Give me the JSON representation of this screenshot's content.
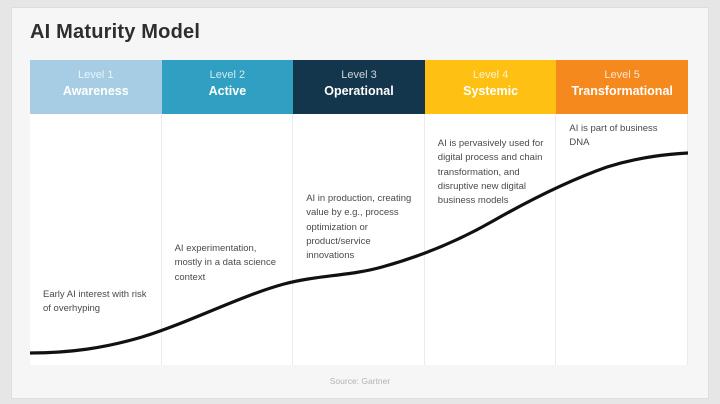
{
  "title": "AI Maturity Model",
  "footer": {
    "source": "Source: Gartner"
  },
  "colors": {
    "curve": "#111111"
  },
  "levels": [
    {
      "level": "Level 1",
      "name": "Awareness",
      "color": "#A6CDE4",
      "description": "Early AI interest with risk of overhyping"
    },
    {
      "level": "Level 2",
      "name": "Active",
      "color": "#2FA0C1",
      "description": "AI experimentation, mostly in a data science context"
    },
    {
      "level": "Level 3",
      "name": "Operational",
      "color": "#14364D",
      "description": "AI in production, creating value by e.g., process optimization or product/service innovations"
    },
    {
      "level": "Level 4",
      "name": "Systemic",
      "color": "#FDC013",
      "description": "AI is pervasively used for digital process and chain transformation, and disruptive new digital business models"
    },
    {
      "level": "Level 5",
      "name": "Transformational",
      "color": "#F6891E",
      "description": "AI is part of business DNA"
    }
  ]
}
